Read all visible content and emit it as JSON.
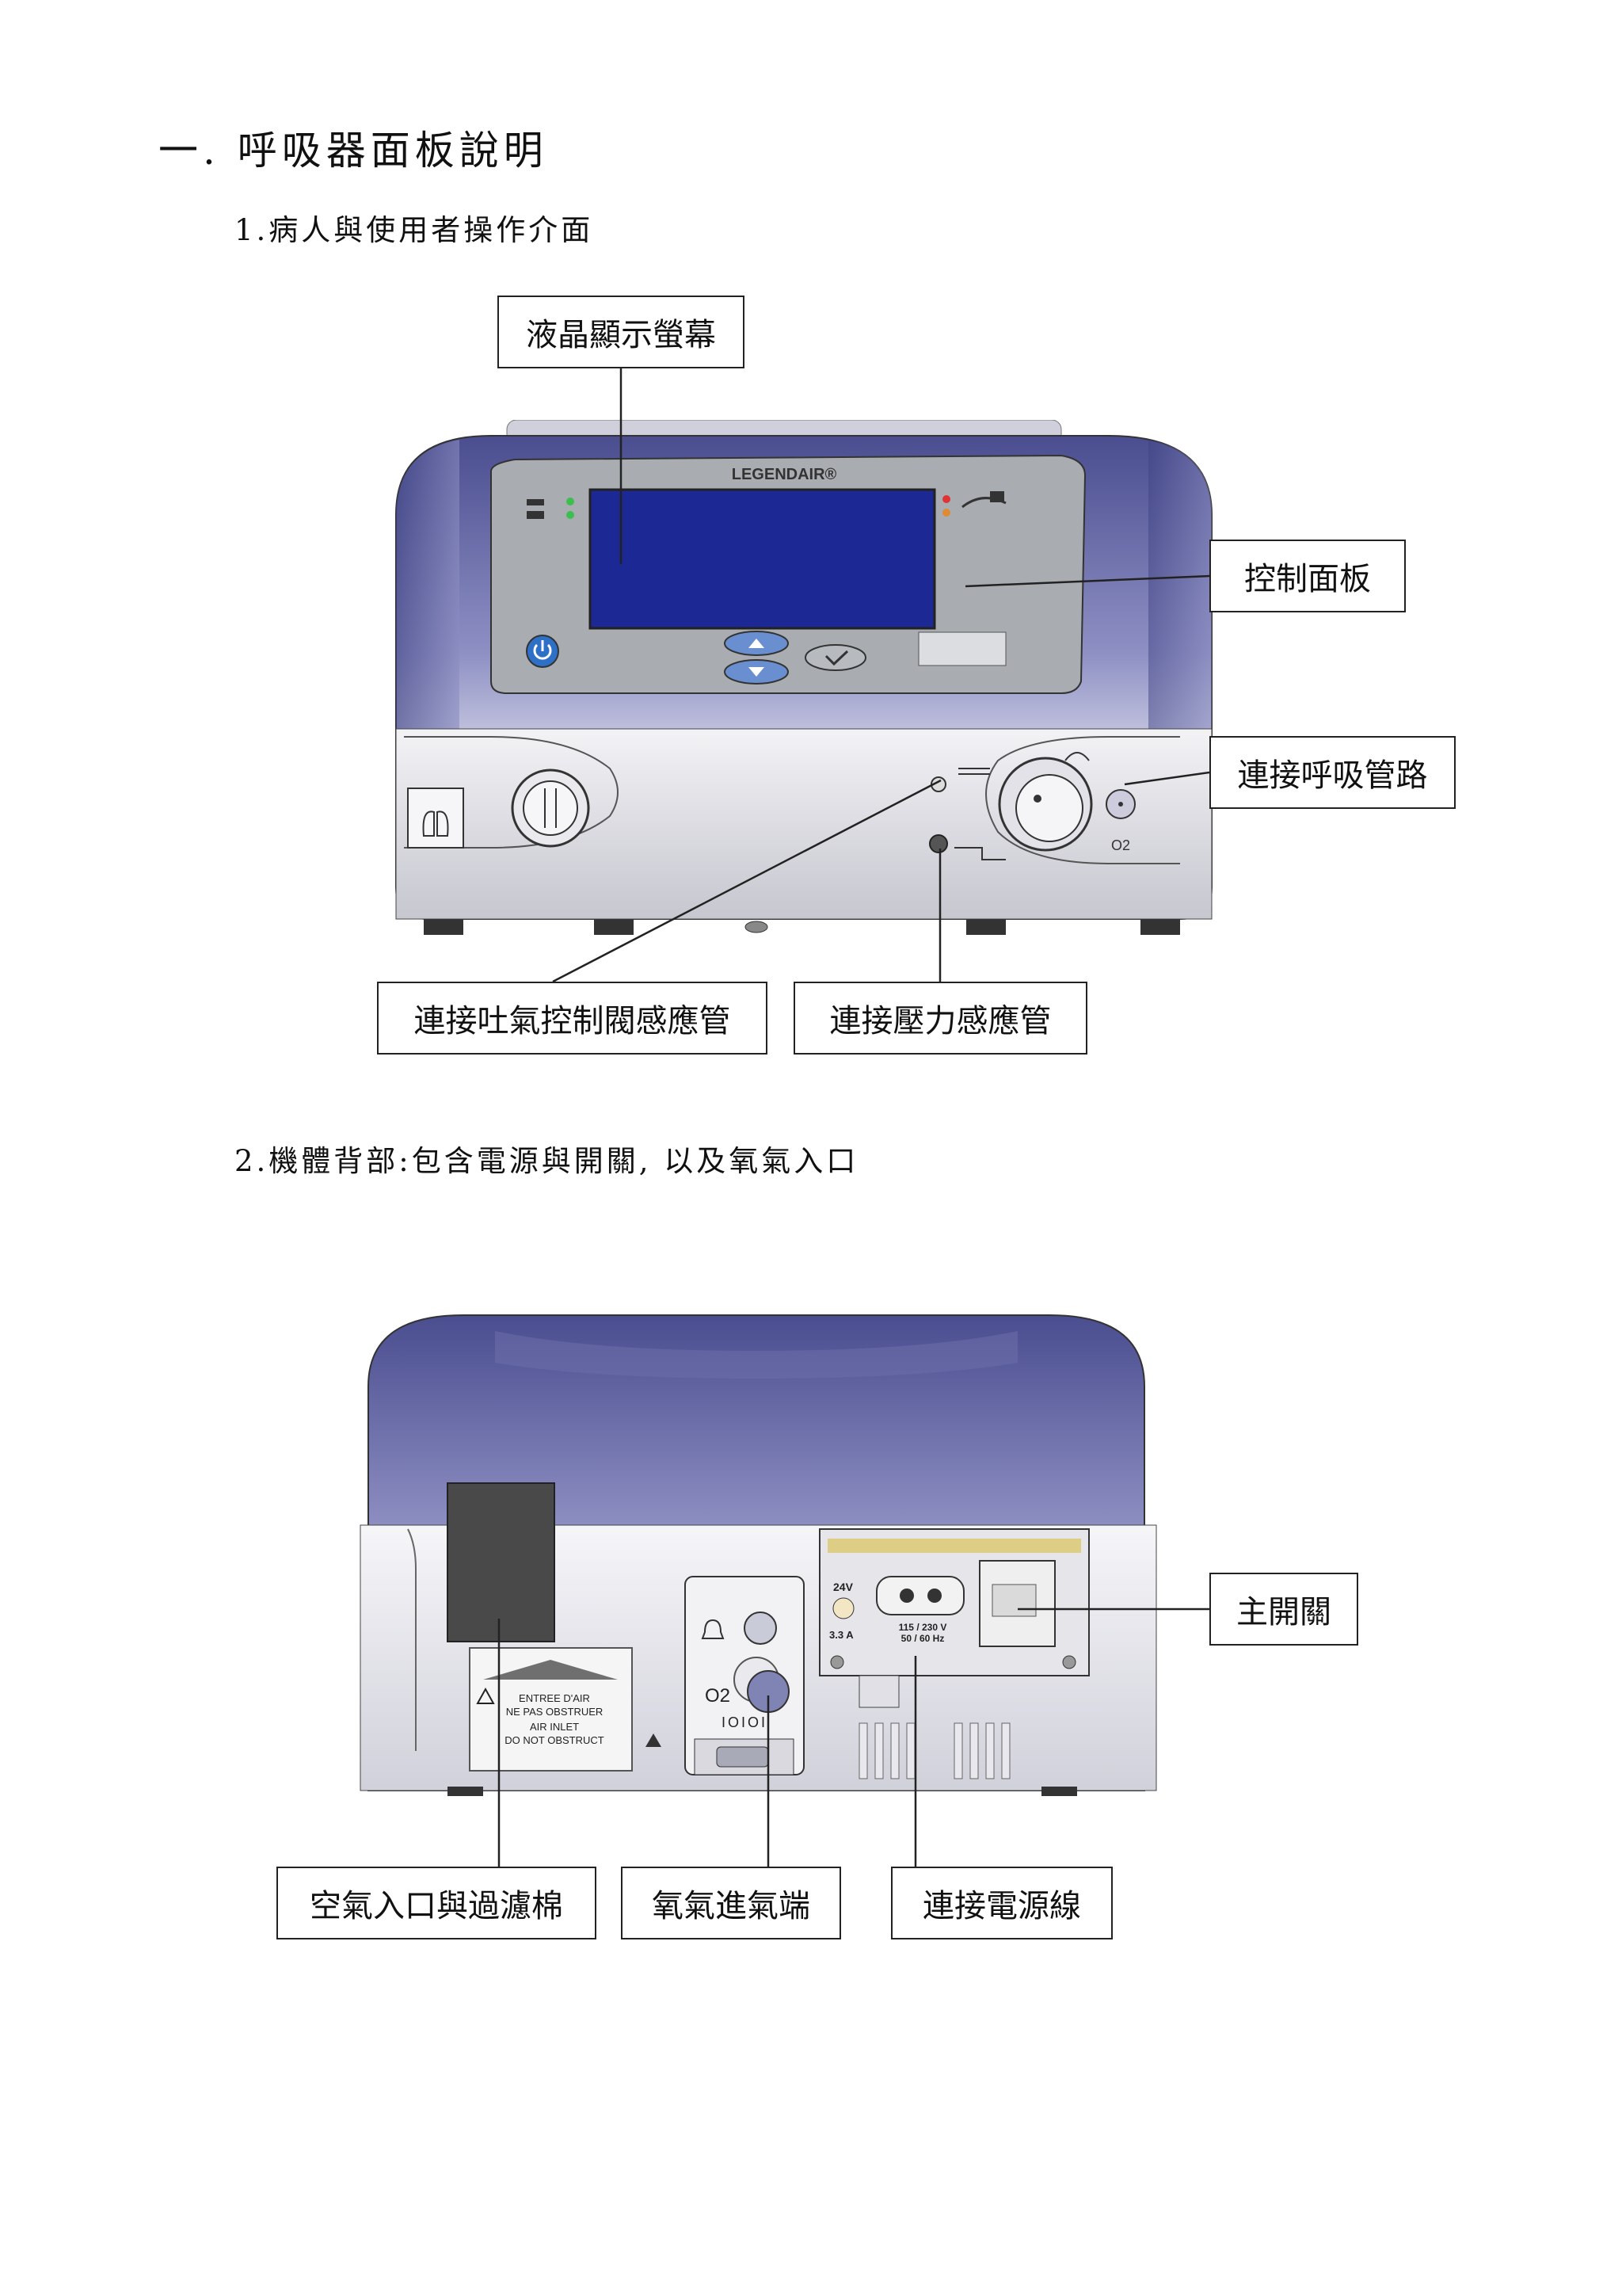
{
  "section": {
    "title": "一. 呼吸器面板說明"
  },
  "front": {
    "heading": "1.病人與使用者操作介面",
    "brand": "LEGENDAIR®",
    "o2_label": "O2",
    "callouts": {
      "lcd": "液晶顯示螢幕",
      "control_panel": "控制面板",
      "breathing_circuit": "連接呼吸管路",
      "exhalation_valve": "連接吐氣控制閥感應管",
      "pressure_sensor": "連接壓力感應管"
    }
  },
  "back": {
    "heading": "2.機體背部:包含電源與開關, 以及氧氣入口",
    "label_lines": [
      "ENTREE D'AIR",
      "NE PAS OBSTRUER",
      "AIR INLET",
      "DO NOT OBSTRUCT"
    ],
    "power_texts": {
      "volt_dc": "24V",
      "amp": "3.3 A",
      "ac_rating": "115 / 230 V",
      "ac_freq": "50 / 60 Hz"
    },
    "o2_label": "O2",
    "io_label": "IOIOI",
    "callouts": {
      "main_switch": "主開關",
      "air_inlet": "空氣入口與過濾棉",
      "oxygen_inlet": "氧氣進氣端",
      "power_cord": "連接電源線"
    }
  },
  "colors": {
    "body_purple": "#5c5f9e",
    "lcd_blue": "#1c2894",
    "panel_gray": "#a9acb0"
  }
}
